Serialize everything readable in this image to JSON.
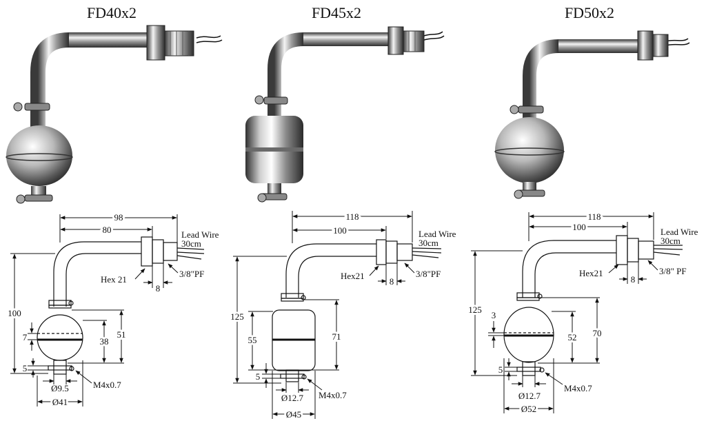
{
  "colors": {
    "steel_dark": "#3a3a3a",
    "steel_light": "#f4f4f4",
    "line": "#111111"
  },
  "products": [
    {
      "title": "FD40x2",
      "float_shape": "sphere",
      "dims": {
        "overall_len": "98",
        "to_fitting": "80",
        "height": "100",
        "hex": "Hex 21",
        "thread": "3/8\"PF",
        "fitting_w": "8",
        "lead_wire": "Lead Wire",
        "lead_len": "30cm",
        "float_h": "38",
        "stop_h": "51",
        "gap_top": "7",
        "gap_bottom": "5",
        "screw": "M4x0.7",
        "inner_dia": "Ø9.5",
        "float_dia": "Ø41"
      }
    },
    {
      "title": "FD45x2",
      "float_shape": "cylinder",
      "dims": {
        "overall_len": "118",
        "to_fitting": "100",
        "height": "125",
        "hex": "Hex21",
        "thread": "3/8\"PF",
        "fitting_w": "8",
        "lead_wire": "Lead Wire",
        "lead_len": "30cm",
        "float_h": "55",
        "stop_h": "71",
        "gap_bottom": "5",
        "screw": "M4x0.7",
        "inner_dia": "Ø12.7",
        "float_dia": "Ø45"
      }
    },
    {
      "title": "FD50x2",
      "float_shape": "sphere",
      "dims": {
        "overall_len": "118",
        "to_fitting": "100",
        "height": "125",
        "hex": "Hex21",
        "thread": "3/8\" PF",
        "fitting_w": "8",
        "lead_wire": "Lead Wire",
        "lead_len": "30cm",
        "gap_top": "3",
        "float_h": "52",
        "stop_h": "70",
        "gap_bottom": "5",
        "screw": "M4x0.7",
        "inner_dia": "Ø12.7",
        "float_dia": "Ø52"
      }
    }
  ]
}
